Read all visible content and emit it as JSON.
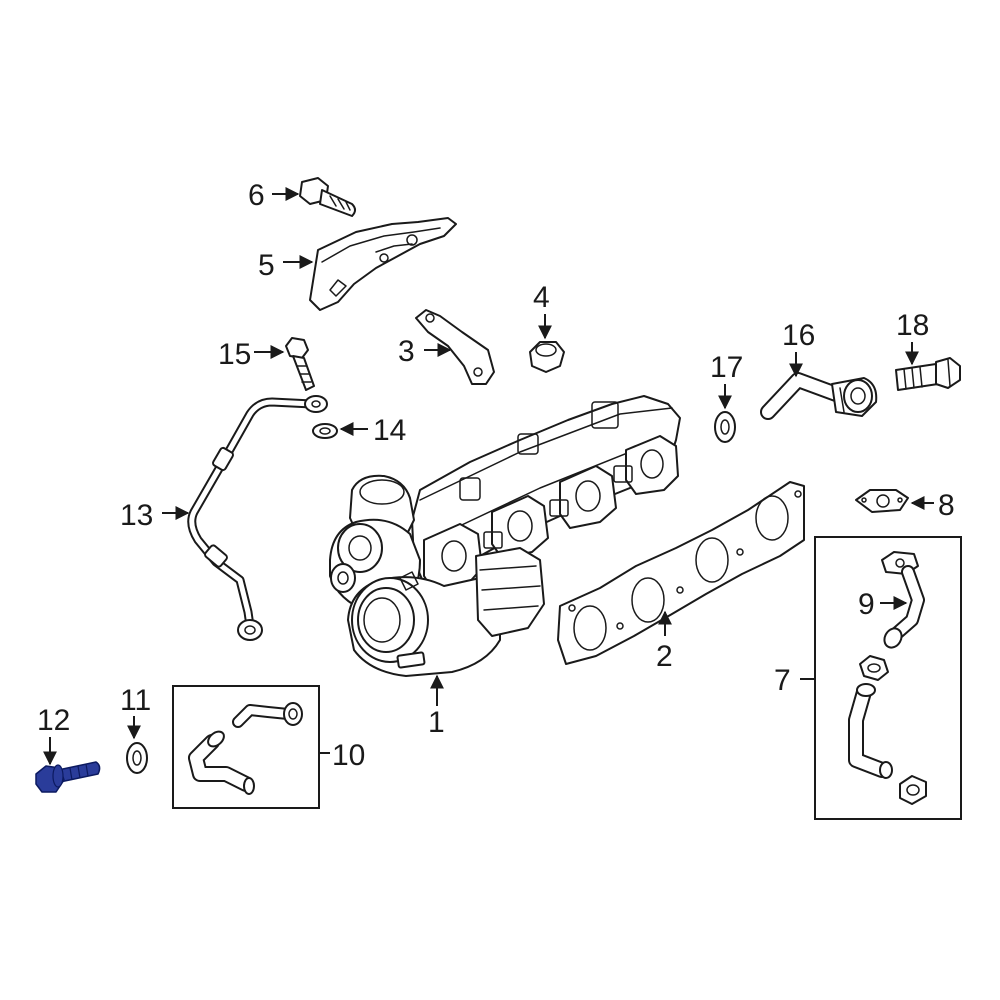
{
  "colors": {
    "background": "#ffffff",
    "line": "#1a1a1a",
    "highlight": "#2a3c9a",
    "highlight_outline": "#0c1a60"
  },
  "callouts": {
    "c1": "1",
    "c2": "2",
    "c3": "3",
    "c4": "4",
    "c5": "5",
    "c6": "6",
    "c7": "7",
    "c8": "8",
    "c9": "9",
    "c10": "10",
    "c11": "11",
    "c12": "12",
    "c13": "13",
    "c14": "14",
    "c15": "15",
    "c16": "16",
    "c17": "17",
    "c18": "18"
  },
  "highlighted_part": "12"
}
